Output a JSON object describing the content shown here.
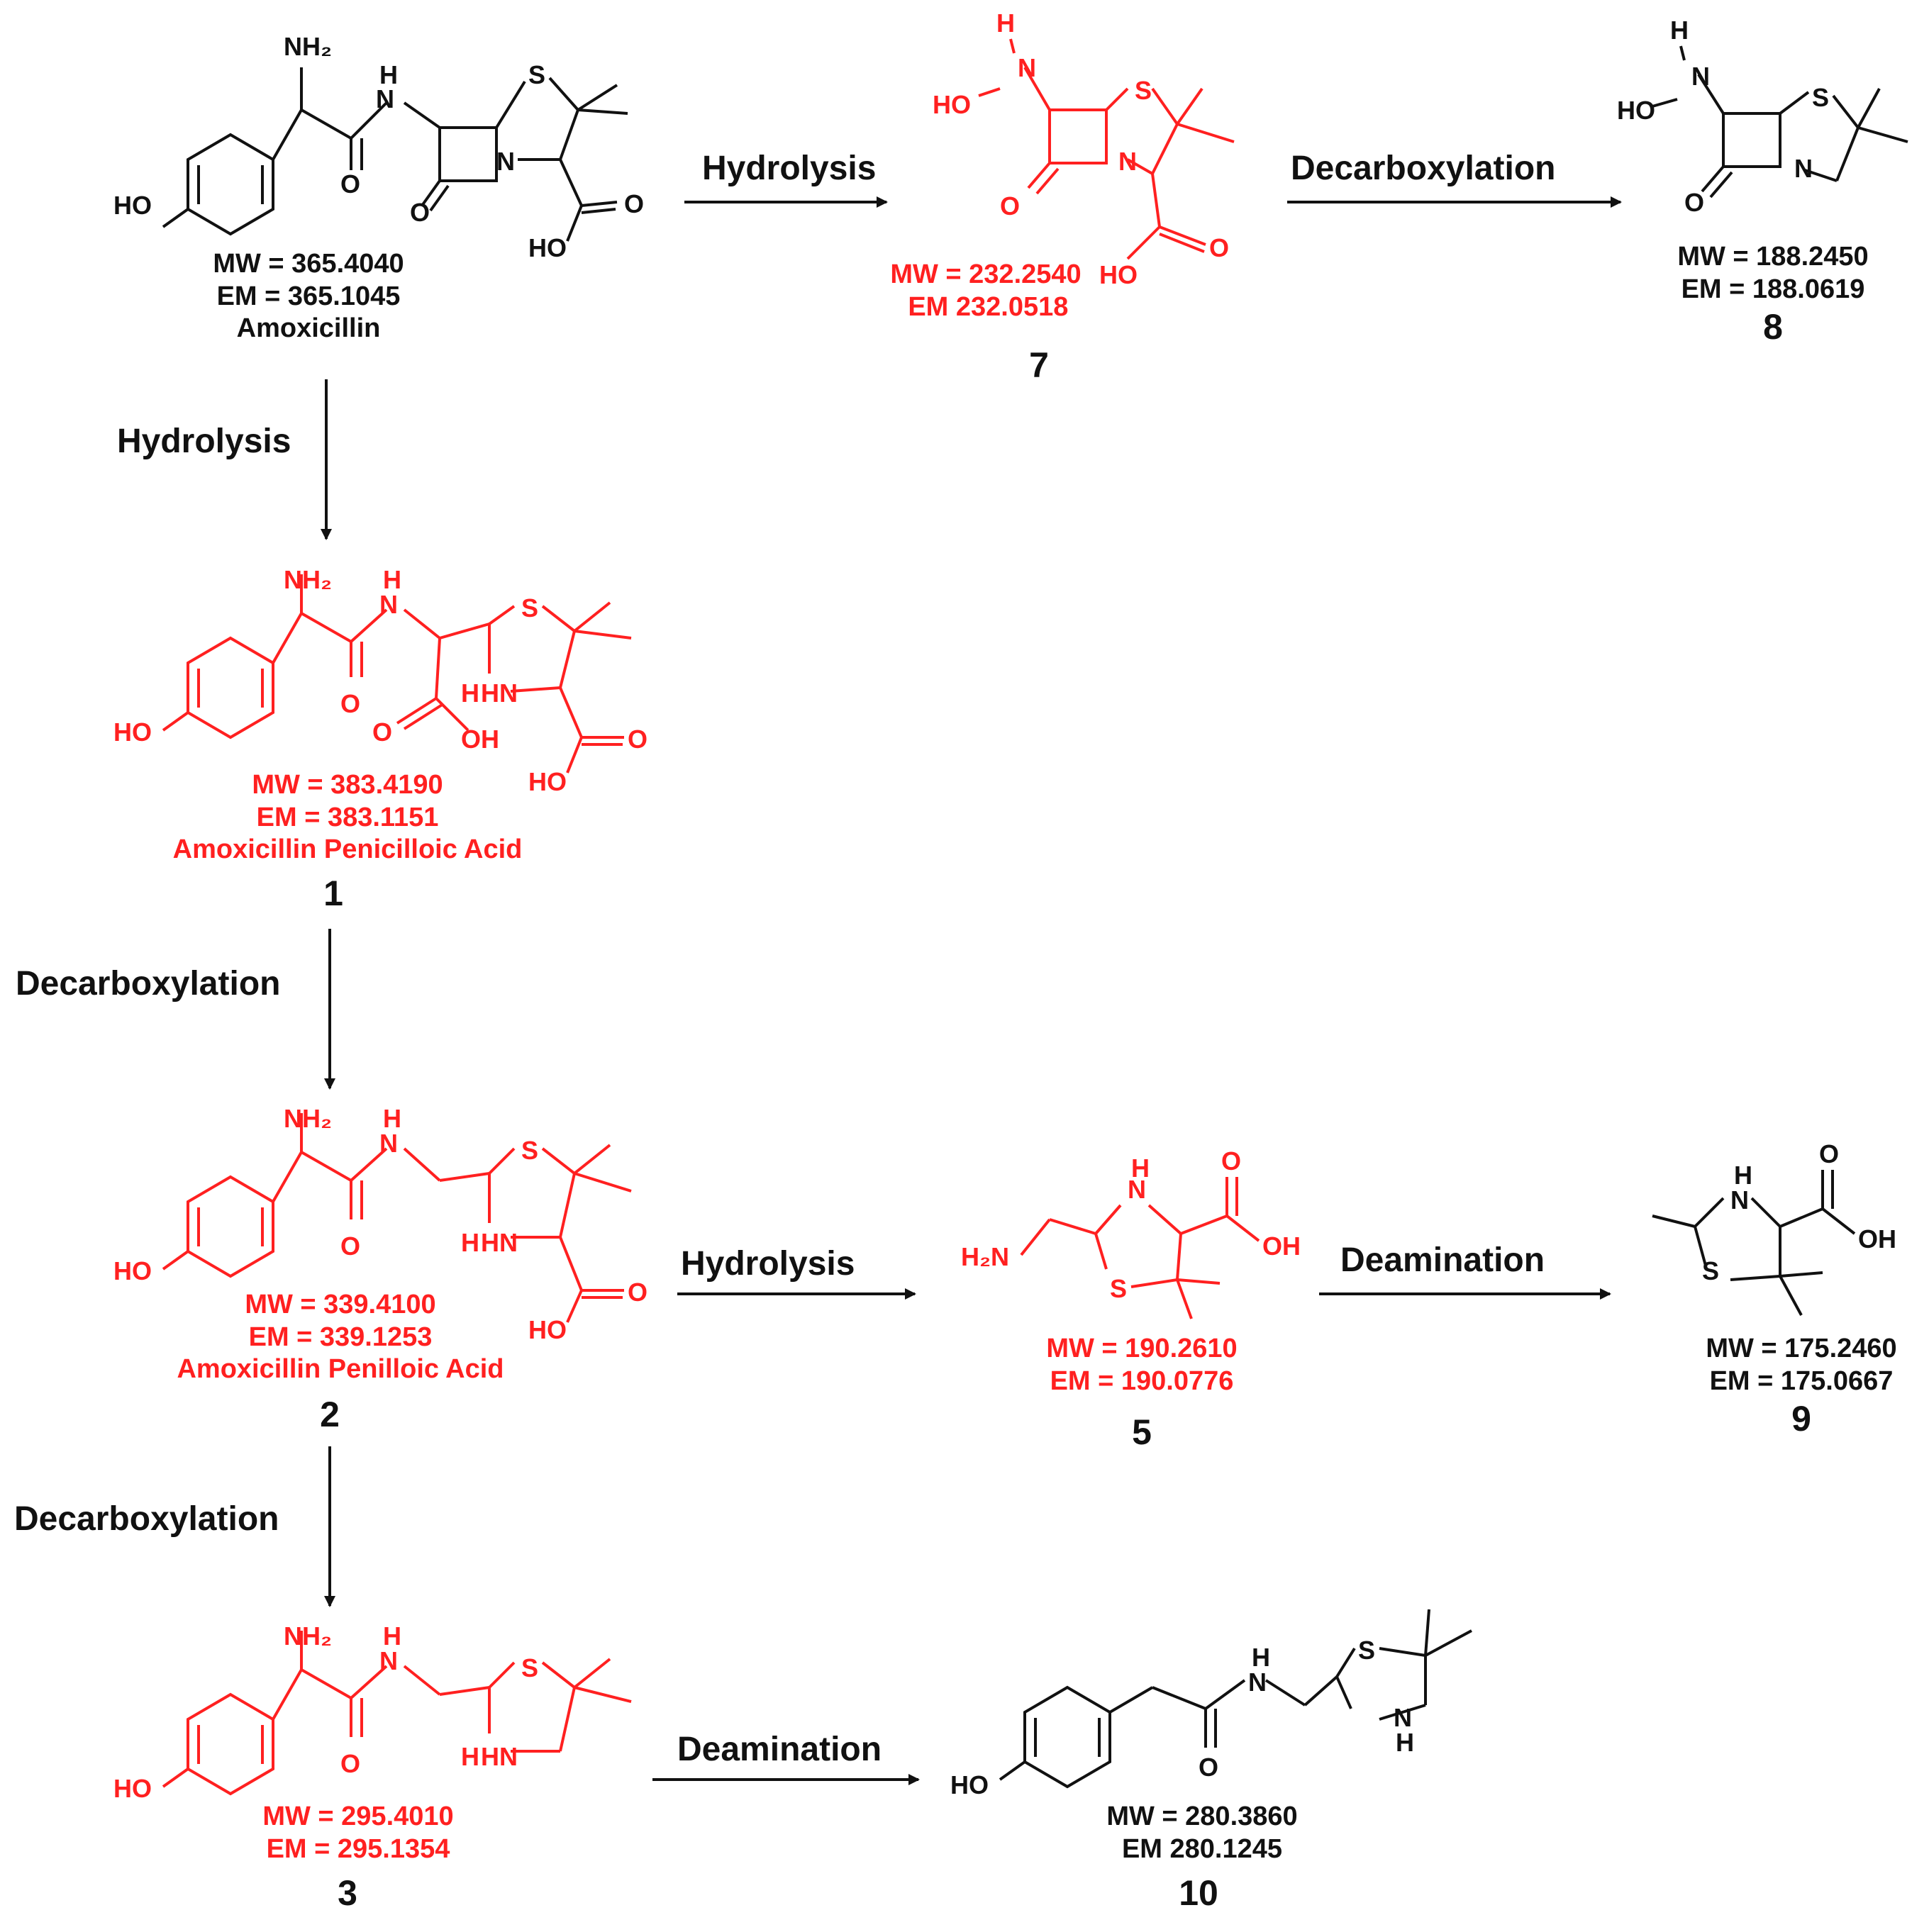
{
  "colors": {
    "product_highlight": "#ff2020",
    "default": "#111111"
  },
  "compounds": [
    {
      "id": "amox",
      "color": "black",
      "mw": "MW = 365.4040",
      "em": "EM = 365.1045",
      "name": "Amoxicillin",
      "number": ""
    },
    {
      "id": "c7",
      "color": "red",
      "mw": "MW = 232.2540",
      "em": "EM 232.0518",
      "name": "",
      "number": "7"
    },
    {
      "id": "c8",
      "color": "black",
      "mw": "MW = 188.2450",
      "em": "EM = 188.0619",
      "name": "",
      "number": "8"
    },
    {
      "id": "c1",
      "color": "red",
      "mw": "MW = 383.4190",
      "em": "EM = 383.1151",
      "name": "Amoxicillin Penicilloic Acid",
      "number": "1"
    },
    {
      "id": "c2",
      "color": "red",
      "mw": "MW = 339.4100",
      "em": "EM = 339.1253",
      "name": "Amoxicillin Penilloic Acid",
      "number": "2"
    },
    {
      "id": "c5",
      "color": "red",
      "mw": "MW = 190.2610",
      "em": "EM = 190.0776",
      "name": "",
      "number": "5"
    },
    {
      "id": "c9",
      "color": "black",
      "mw": "MW = 175.2460",
      "em": "EM = 175.0667",
      "name": "",
      "number": "9"
    },
    {
      "id": "c3",
      "color": "red",
      "mw": "MW = 295.4010",
      "em": "EM = 295.1354",
      "name": "",
      "number": "3"
    },
    {
      "id": "c10",
      "color": "black",
      "mw": "MW = 280.3860",
      "em": "EM 280.1245",
      "name": "",
      "number": "10"
    }
  ],
  "reactions": [
    {
      "id": "amox-to-7",
      "label": "Hydrolysis"
    },
    {
      "id": "7-to-8",
      "label": "Decarboxylation"
    },
    {
      "id": "amox-to-1",
      "label": "Hydrolysis"
    },
    {
      "id": "1-to-2",
      "label": "Decarboxylation"
    },
    {
      "id": "2-to-5",
      "label": "Hydrolysis"
    },
    {
      "id": "5-to-9",
      "label": "Deamination"
    },
    {
      "id": "2-to-3",
      "label": "Decarboxylation"
    },
    {
      "id": "3-to-10",
      "label": "Deamination"
    }
  ],
  "atoms": {
    "nh2": "NH₂",
    "h2n": "H₂N",
    "nh": "N",
    "h": "H",
    "ho": "HO",
    "oh": "OH",
    "o": "O",
    "s": "S",
    "n": "N",
    "hn": "HN",
    "hn_ring": "N"
  }
}
